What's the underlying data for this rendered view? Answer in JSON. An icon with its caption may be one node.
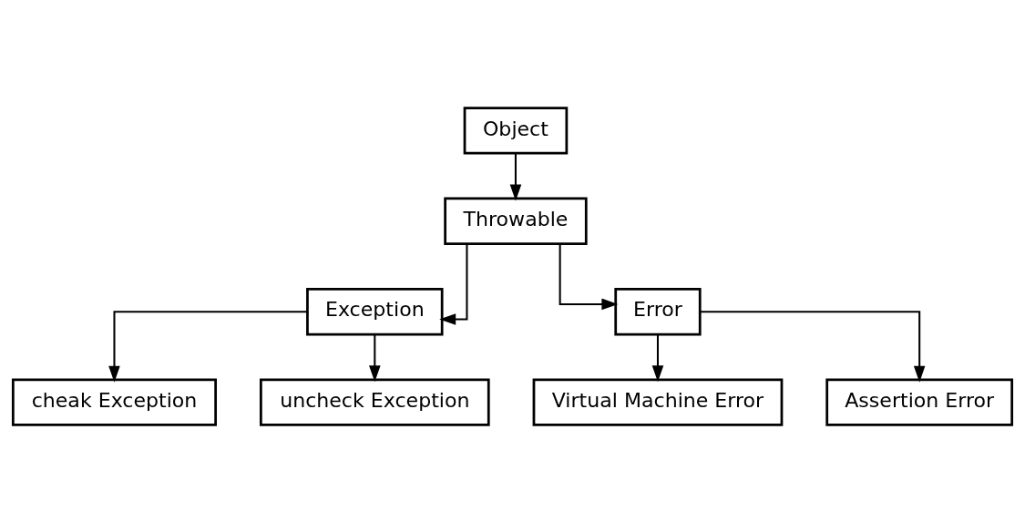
{
  "diagram": {
    "nodes": [
      {
        "text": [
          "Object"
        ]
      },
      {
        "text": [
          "Throwable"
        ]
      },
      {
        "text": [
          "Exception"
        ]
      },
      {
        "text": [
          "Error"
        ]
      },
      {
        "text": [
          "cheak Exception"
        ]
      },
      {
        "text": [
          "uncheck Exception"
        ]
      },
      {
        "text": [
          "Virtual Machine Error"
        ]
      },
      {
        "text": [
          "Assertion Error"
        ]
      }
    ],
    "edges": [
      {
        "from": 0,
        "to": 1,
        "arrow": "to"
      },
      {
        "from": 1,
        "to": 2,
        "arrow": "to"
      },
      {
        "from": 1,
        "to": 3,
        "arrow": "to"
      },
      {
        "from": 2,
        "to": 4,
        "arrow": "to"
      },
      {
        "from": 2,
        "to": 5,
        "arrow": "to"
      },
      {
        "from": 3,
        "to": 6,
        "arrow": "to"
      },
      {
        "from": 3,
        "to": 7,
        "arrow": "to"
      }
    ]
  }
}
